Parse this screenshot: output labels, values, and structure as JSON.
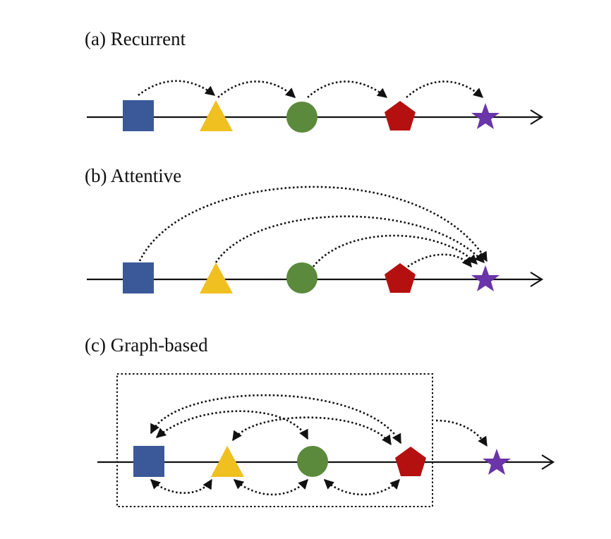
{
  "panels": [
    {
      "id": "a",
      "title": "(a)  Recurrent"
    },
    {
      "id": "b",
      "title": "(b)  Attentive"
    },
    {
      "id": "c",
      "title": "(c)  Graph-based"
    }
  ],
  "colors": {
    "square": "#3b5998",
    "triangle": "#f0c020",
    "circle": "#5c8a3c",
    "pentagon": "#b51010",
    "star": "#6a35a8",
    "ink": "#111111"
  },
  "shapes": [
    "square-icon",
    "triangle-icon",
    "circle-icon",
    "pentagon-icon",
    "star-icon"
  ]
}
